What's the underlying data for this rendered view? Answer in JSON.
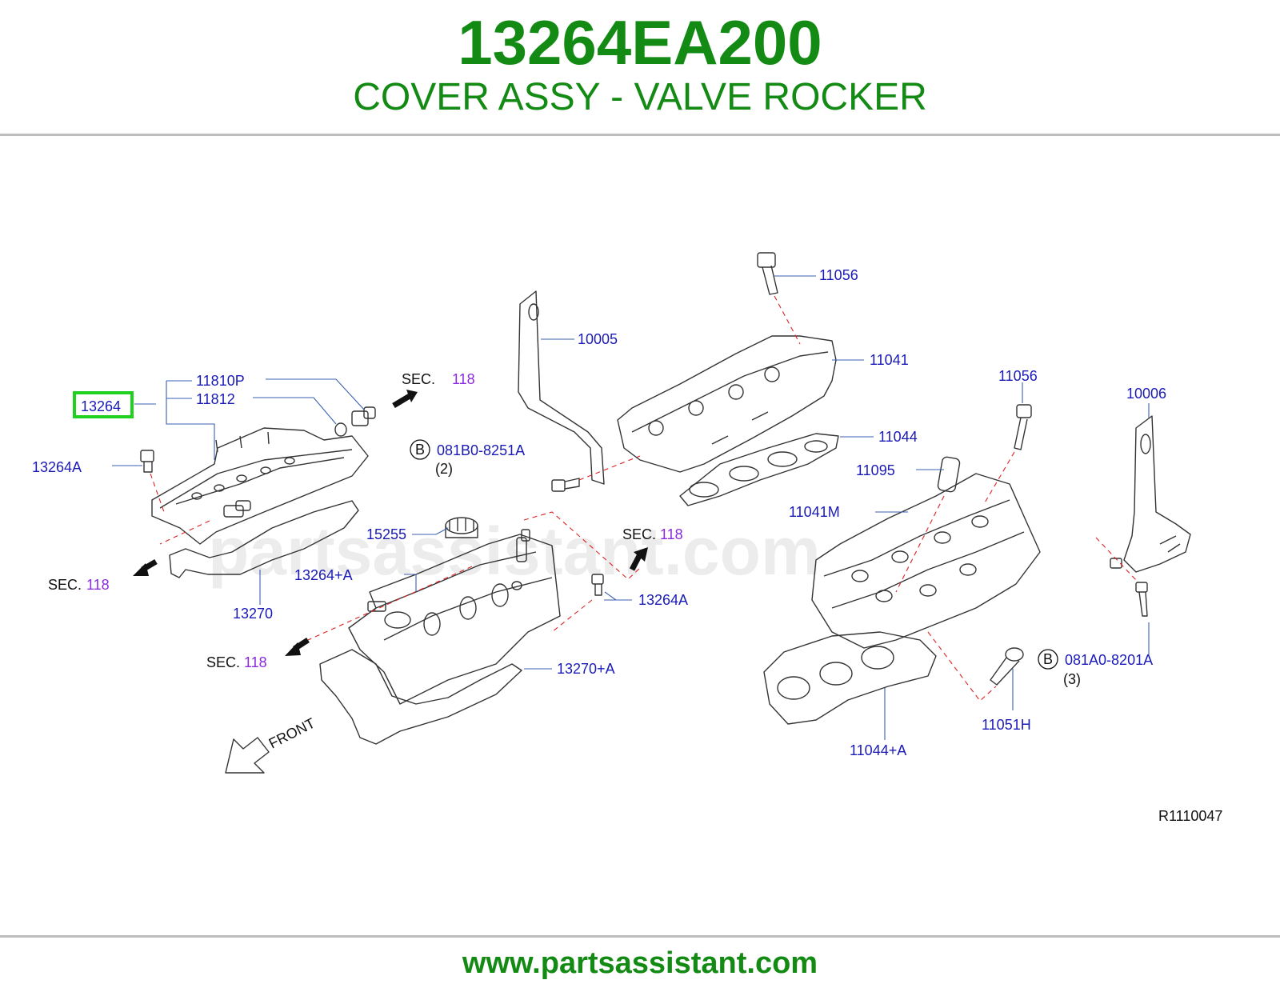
{
  "header": {
    "part_number": "13264EA200",
    "description": "COVER ASSY - VALVE ROCKER"
  },
  "footer": {
    "url": "www.partsassistant.com"
  },
  "watermark": "partsassistant.com",
  "diagram": {
    "ref_code": "R1110047",
    "front_label": "FRONT",
    "highlight_color": "#1fd01f",
    "label_color": "#1a1ab8",
    "sec_color": "#8a2be2",
    "labels": {
      "p13264": "13264",
      "p13264A_left": "13264A",
      "p11810P": "11810P",
      "p11812": "11812",
      "p13270": "13270",
      "p15255": "15255",
      "p13264pA": "13264+A",
      "p13264A_mid": "13264A",
      "p13270pA": "13270+A",
      "p10005": "10005",
      "p11056_top": "11056",
      "p11041": "11041",
      "p11044": "11044",
      "p11056_right": "11056",
      "p10006": "10006",
      "p11095": "11095",
      "p11041M": "11041M",
      "p11044pA": "11044+A",
      "p11051H": "11051H",
      "bolt1": "081B0-8251A",
      "bolt1_qty": "(2)",
      "bolt2": "081A0-8201A",
      "bolt2_qty": "(3)",
      "b_mark": "B"
    },
    "sec_refs": [
      {
        "prefix": "SEC.",
        "num": "118"
      },
      {
        "prefix": "SEC.",
        "num": "118"
      },
      {
        "prefix": "SEC.",
        "num": "118"
      },
      {
        "prefix": "SEC.",
        "num": "118"
      }
    ]
  }
}
